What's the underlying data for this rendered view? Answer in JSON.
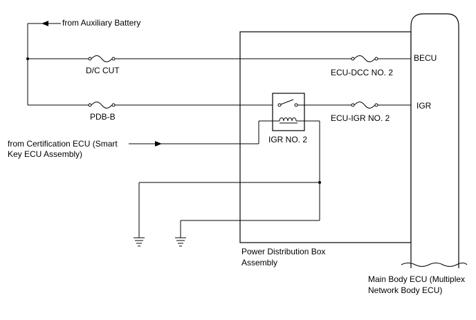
{
  "labels": {
    "from_aux_battery": "from Auxiliary Battery",
    "dc_cut": "D/C CUT",
    "pdb_b": "PDB-B",
    "ecu_dcc_no2": "ECU-DCC NO. 2",
    "ecu_igr_no2": "ECU-IGR NO. 2",
    "becu": "BECU",
    "igr": "IGR",
    "from_cert_ecu_line1": "from Certification ECU (Smart",
    "from_cert_ecu_line2": "Key ECU Assembly)",
    "igr_no2": "IGR NO. 2",
    "pdb_assembly_line1": "Power Distribution Box",
    "pdb_assembly_line2": "Assembly",
    "main_body_ecu_line1": "Main Body ECU (Multiplex",
    "main_body_ecu_line2": "Network Body ECU)"
  },
  "colors": {
    "wire": "#000000",
    "background": "#ffffff"
  }
}
